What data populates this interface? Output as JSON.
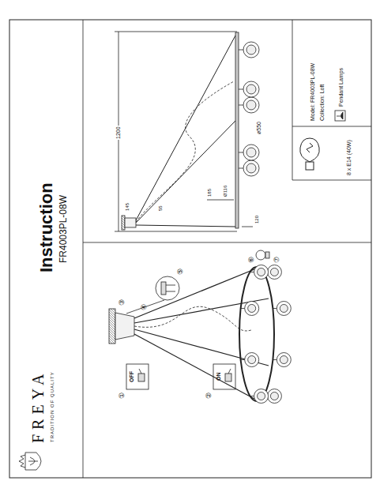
{
  "diagram": {
    "title": "Instruction",
    "labels": [
      "FREYA",
      "TRADITION OF QUALITY",
      "FR4003PL-08W",
      "①",
      "OFF",
      "②",
      "ON",
      "③",
      "④",
      "⑤",
      "⑥",
      "⑦",
      "1200",
      "145",
      "55",
      "185",
      "Ø116",
      "120",
      "ø550",
      "8 x E14 (40W)",
      "Model: FR4003PL-08W",
      "Collection: Loft",
      "Pendant Lamps"
    ]
  }
}
